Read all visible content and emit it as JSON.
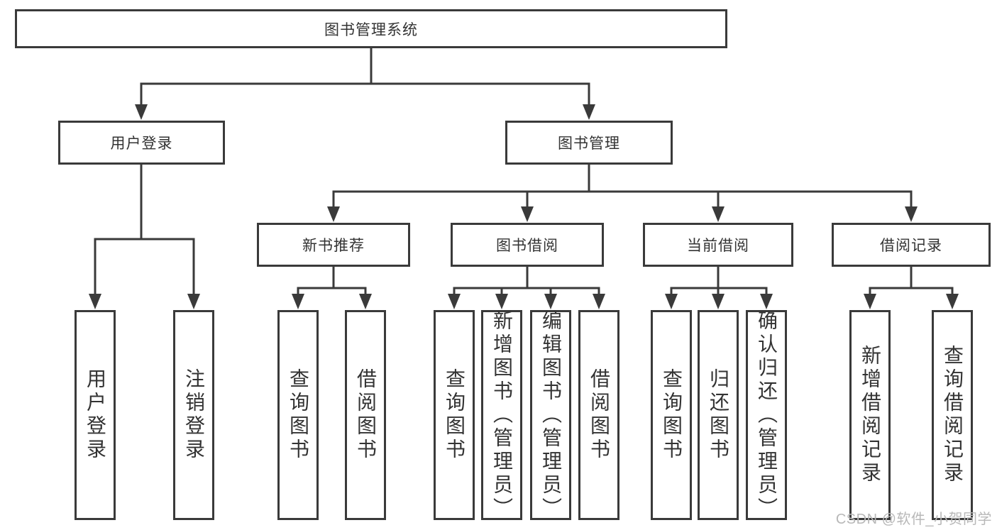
{
  "nodes": {
    "root": "图书管理系统",
    "user_login": "用户登录",
    "book_mgmt": "图书管理",
    "new_book_rec": "新书推荐",
    "book_borrow": "图书借阅",
    "current_borrow": "当前借阅",
    "borrow_record": "借阅记录",
    "login_user": "用户登录",
    "login_logout": "注销登录",
    "rec_query_book": "查询图书",
    "rec_borrow_book": "借阅图书",
    "bb_query_book": "查询图书",
    "bb_add_book": "新增图书（管理员）",
    "bb_edit_book": "编辑图书（管理员）",
    "bb_borrow_book": "借阅图书",
    "cb_query_book": "查询图书",
    "cb_return_book": "归还图书",
    "cb_confirm_return": "确认归还（管理员）",
    "br_add_record": "新增借阅记录",
    "br_query_record": "查询借阅记录"
  },
  "watermark": "CSDN @软件_小贺同学",
  "colors": {
    "line": "#3a3a3a",
    "text": "#333333",
    "watermark": "#b8b8b8",
    "background": "#ffffff"
  }
}
